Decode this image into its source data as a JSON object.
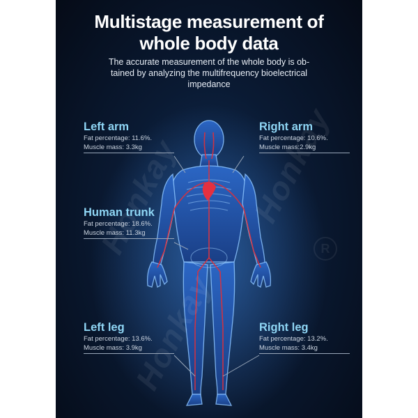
{
  "title_line1": "Multistage measurement of",
  "title_line2": "whole body data",
  "subtitle_line1": "The accurate measurement of the whole body is ob-",
  "subtitle_line2": "tained by analyzing the multifrequency bioelectrical",
  "subtitle_line3": "impedance",
  "watermark": "Honkay",
  "segments": {
    "left_arm": {
      "name": "Left arm",
      "fat": "Fat percentage: 11.6%.",
      "muscle": "Muscle    mass: 3.3kg"
    },
    "right_arm": {
      "name": "Right arm",
      "fat": "Fat percentage: 10.6%.",
      "muscle": "Muscle    mass:2.9kg"
    },
    "human_trunk": {
      "name": "Human trunk",
      "fat": "Fat percentage: 18.6%.",
      "muscle": "Muscle    mass: 11.3kg"
    },
    "left_leg": {
      "name": "Left leg",
      "fat": "Fat percentage: 13.6%.",
      "muscle": "Muscle    mass: 3.9kg"
    },
    "right_leg": {
      "name": "Right leg",
      "fat": "Fat percentage: 13.2%.",
      "muscle": "Muscle    mass: 3.4kg"
    }
  },
  "colors": {
    "background": "#0a1a33",
    "heading": "#8fd6f5",
    "body_glow": "#3f86e0",
    "vessels": "#e0303a"
  }
}
